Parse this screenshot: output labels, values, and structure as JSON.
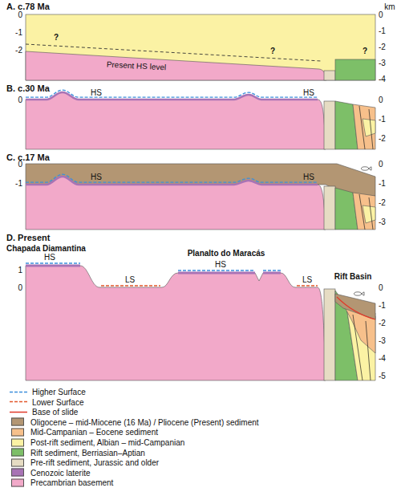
{
  "diagram": {
    "labels": [
      "A. c.78 Ma",
      "km",
      "0",
      "-1",
      "-2",
      "0",
      "-1",
      "-2",
      "-3",
      "-4",
      "?",
      "?",
      "?",
      "Present HS level",
      "B. c.30 Ma",
      "0",
      "0",
      "-1",
      "-2",
      "HS",
      "HS",
      "C. c.17 Ma",
      "0",
      "-1",
      "0",
      "-1",
      "-2",
      "-3",
      "HS",
      "HS",
      "D. Present",
      "Chapada Diamantina",
      "HS",
      "LS",
      "Planalto do Maracás",
      "HS",
      "Rift Basin",
      "LS",
      "1",
      "0",
      "0",
      "-1",
      "-2",
      "-3",
      "-4",
      "-5"
    ],
    "legend": [
      {
        "text": "Higher Surface"
      },
      {
        "text": "Lower Surface"
      },
      {
        "text": "Base of slide"
      },
      {
        "text": "Oligocene – mid-Miocene (16 Ma) / Pliocene (Present) sediment",
        "color": "#b39673"
      },
      {
        "text": "Mid-Campanian – Eocene sediment",
        "color": "#f7c08b"
      },
      {
        "text": "Post-rift sediment, Albian – mid-Campanian",
        "color": "#fbf2a4"
      },
      {
        "text": "Rift sediment, Berriasian–Aptian",
        "color": "#7dbf68"
      },
      {
        "text": "Pre-rift sediment, Jurassic and older",
        "color": "#e6dcc3"
      },
      {
        "text": "Cenozoic laterite",
        "color": "#a873b5"
      },
      {
        "text": "Precambrian basement",
        "color": "#f2a9c9"
      }
    ]
  }
}
